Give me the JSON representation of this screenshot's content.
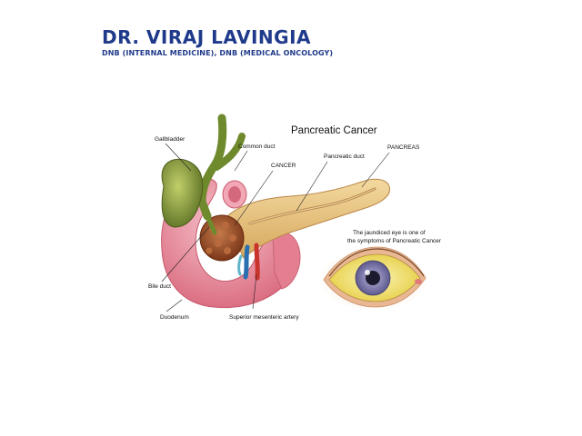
{
  "header": {
    "name": "DR. VIRAJ LAVINGIA",
    "qualifications": "DNB (INTERNAL MEDICINE), DNB (MEDICAL ONCOLOGY)",
    "name_color": "#1f3a8a"
  },
  "diagram": {
    "title": "Pancreatic Cancer",
    "labels": {
      "gallbladder": "Gallbladder",
      "common_duct": "Common duct",
      "cancer": "CANCER",
      "pancreatic_duct": "Pancreatic duct",
      "pancreas": "PANCREAS",
      "bile_duct": "Bile duct",
      "duodenum": "Duodenum",
      "superior_mesenteric_artery": "Superior mesenteric artery"
    },
    "eye_caption_line1": "The jaundiced eye is one of",
    "eye_caption_line2": "the symptoms of Pancreatic Cancer",
    "colors": {
      "gallbladder": "#7f9a3a",
      "duodenum": "#e58a9a",
      "pancreas": "#e8c27f",
      "tumor": "#a0522d",
      "sclera": "#f2e27a",
      "iris": "#8a86b8"
    }
  }
}
